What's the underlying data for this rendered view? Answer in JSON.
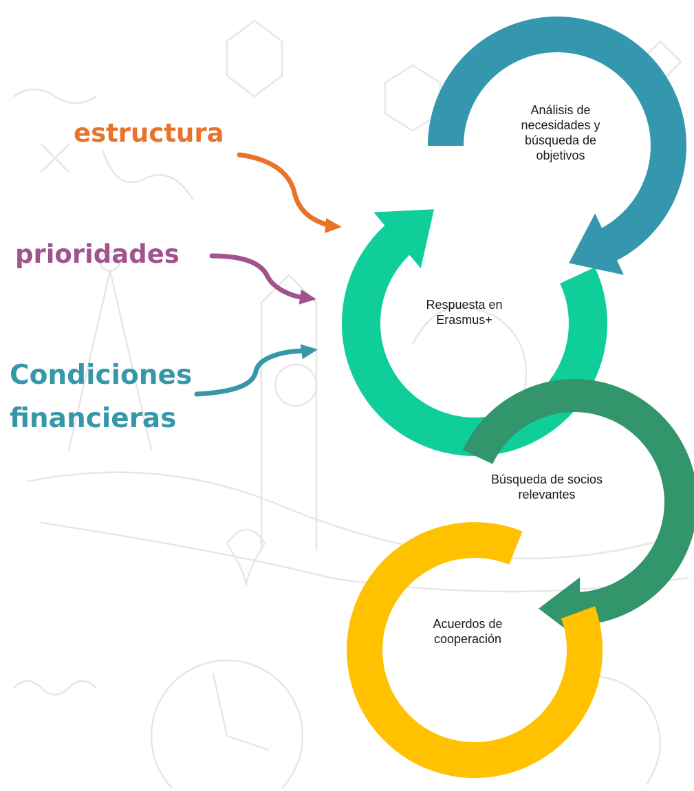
{
  "inputs": {
    "estructura": {
      "label": "estructura",
      "color": "#E8732A"
    },
    "prioridades": {
      "label": "prioridades",
      "color": "#A1538E"
    },
    "condiciones": {
      "line1": "Condiciones",
      "line2": "financieras",
      "color": "#3597A8"
    }
  },
  "steps": [
    {
      "lines": [
        "Análisis de",
        "necesidades y",
        "búsqueda de",
        "objetivos"
      ],
      "color": "#3597AD"
    },
    {
      "lines": [
        "Respuesta en",
        "Erasmus+"
      ],
      "color": "#10CE9A"
    },
    {
      "lines": [
        "Búsqueda de socios",
        "relevantes"
      ],
      "color": "#33956C"
    },
    {
      "lines": [
        "Acuerdos de",
        "cooperación"
      ],
      "color": "#FFC100"
    }
  ]
}
